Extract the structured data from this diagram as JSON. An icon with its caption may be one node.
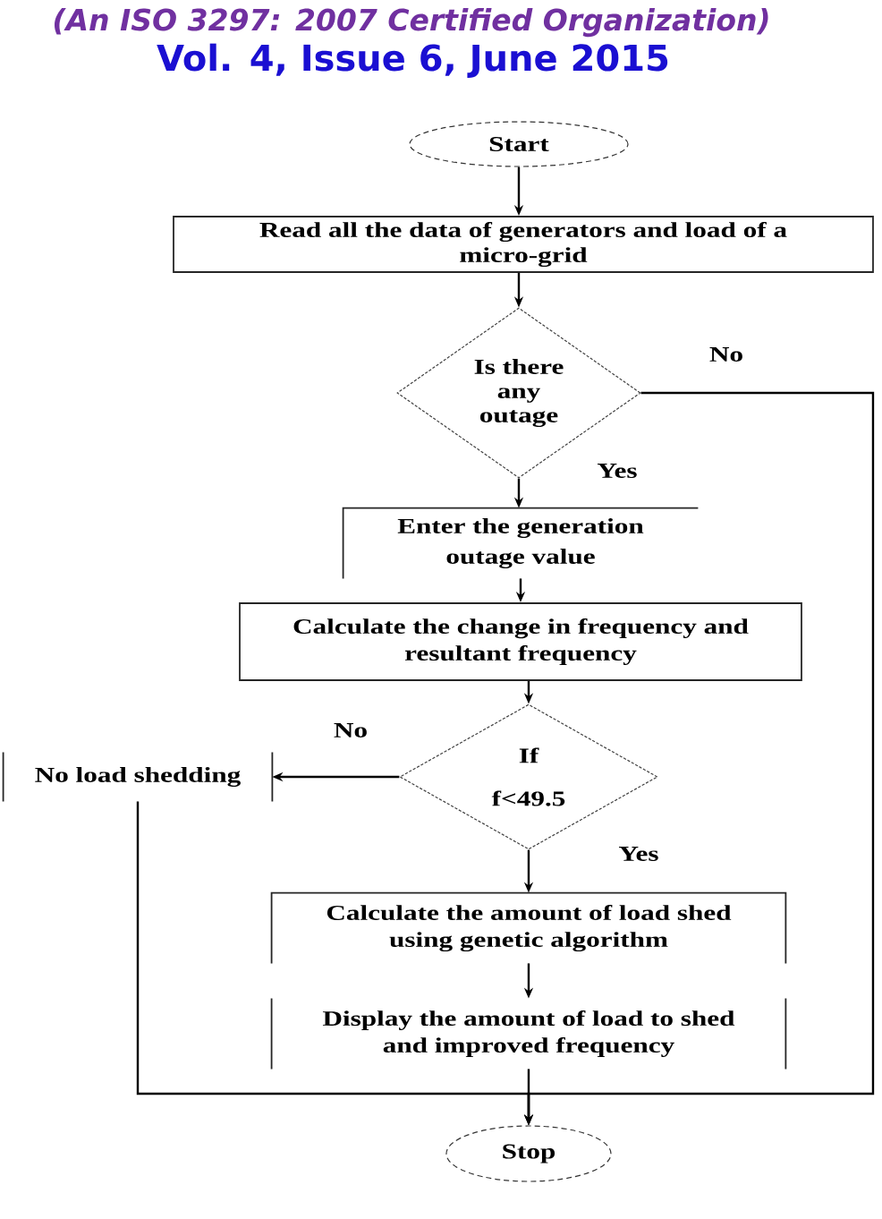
{
  "diagram": {
    "nodes": [
      {
        "text": [
          "Start"
        ]
      },
      {
        "text": [
          "Read all the data of generators and load of a micro-grid"
        ]
      },
      {
        "text": [
          "Is there any outage"
        ]
      },
      {
        "text": [
          "Enter the generation outage value"
        ]
      },
      {
        "text": [
          "Calculate the change in frequency and resultant frequency"
        ]
      },
      {
        "text": [
          "If f<49.5"
        ]
      },
      {
        "text": [
          "No load shedding"
        ]
      },
      {
        "text": [
          "Calculate the amount of load shed using genetic algorithm"
        ]
      },
      {
        "text": [
          "Display the amount of load to shed and improved frequency"
        ]
      },
      {
        "text": [
          "Stop"
        ]
      }
    ],
    "edges": [
      {
        "from": 0,
        "to": 1,
        "arrow": "to"
      },
      {
        "from": 1,
        "to": 2,
        "arrow": "to"
      },
      {
        "from": 2,
        "to": 9,
        "arrow": "to",
        "label": "No"
      },
      {
        "from": 2,
        "to": 3,
        "arrow": "to",
        "label": "Yes"
      },
      {
        "from": 3,
        "to": 4,
        "arrow": "to"
      },
      {
        "from": 4,
        "to": 5,
        "arrow": "to"
      },
      {
        "from": 5,
        "to": 6,
        "arrow": "to",
        "label": "No"
      },
      {
        "from": 6,
        "to": 9,
        "arrow": "to"
      },
      {
        "from": 5,
        "to": 7,
        "arrow": "to",
        "label": "Yes"
      },
      {
        "from": 7,
        "to": 8,
        "arrow": "to"
      },
      {
        "from": 8,
        "to": 9,
        "arrow": "to"
      }
    ],
    "labels": [
      "(An ISO 3297: 2007 Certified Organization)",
      "Vol. 4, Issue 6, June 2015"
    ]
  }
}
